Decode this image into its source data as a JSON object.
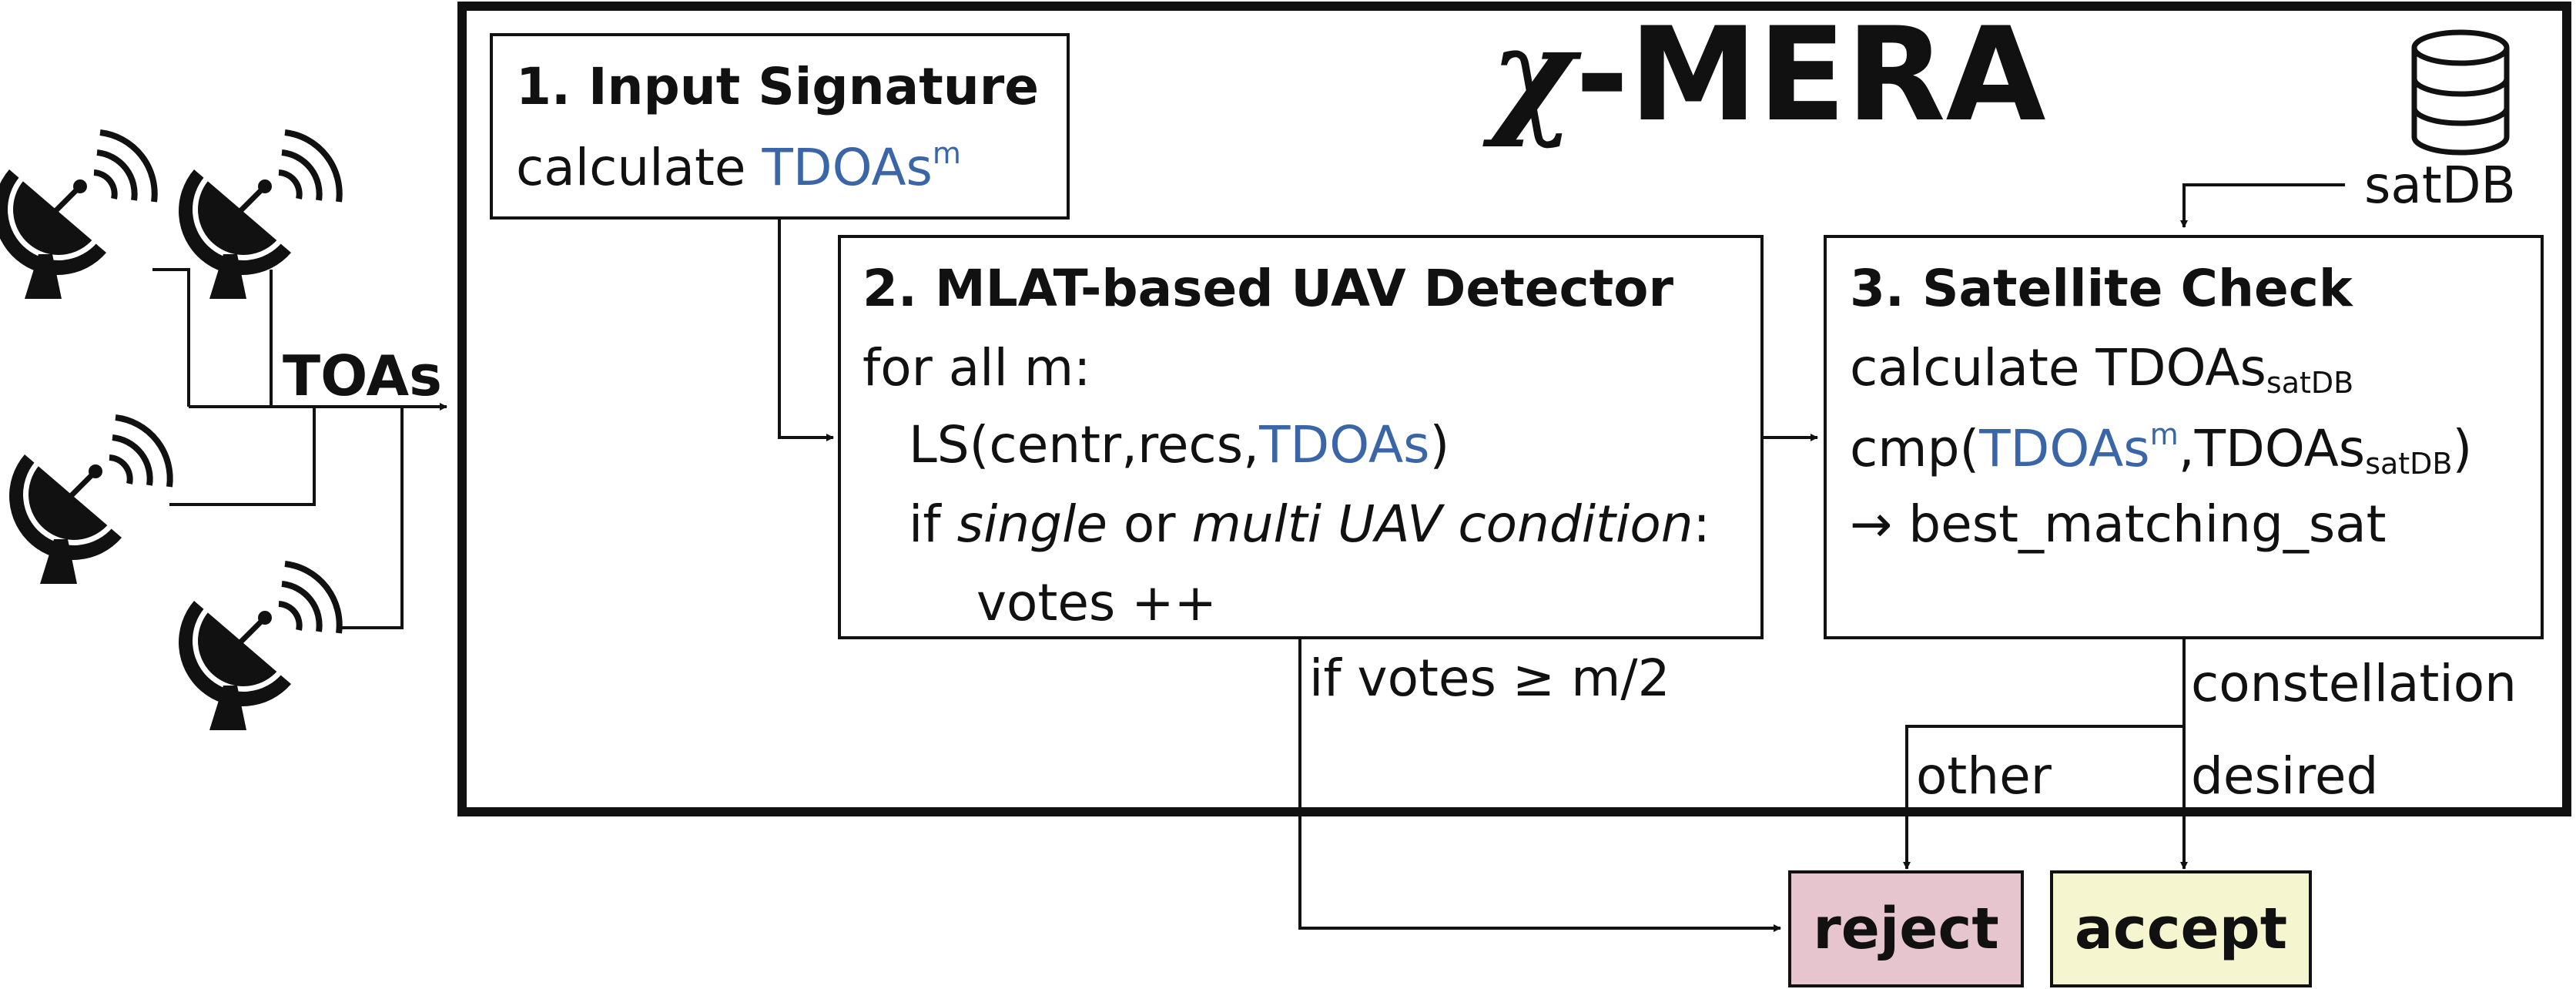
{
  "system_title": {
    "chi": "χ",
    "rest": "-MERA"
  },
  "input_label": "TOAs",
  "database_label": "satDB",
  "step1": {
    "title": "1. Input Signature",
    "line1_prefix": "calculate ",
    "line1_blue": "TDOAs",
    "line1_sup": "m"
  },
  "step2": {
    "title": "2. MLAT-based UAV Detector",
    "line1": "for all m:",
    "line2_prefix": "LS(centr,recs,",
    "line2_blue": "TDOAs",
    "line2_suffix": ")",
    "line3_if": "if ",
    "line3_single": "single",
    "line3_or": " or ",
    "line3_multi": "multi UAV condition",
    "line3_colon": ":",
    "line4": "votes ++"
  },
  "step3": {
    "title": "3. Satellite Check",
    "line1_prefix": "calculate TDOAs",
    "line1_sub": "satDB",
    "line2_prefix": "cmp(",
    "line2_blue": "TDOAs",
    "line2_sup": "m",
    "line2_mid": ",TDOAs",
    "line2_sub": "satDB",
    "line2_suffix": ")",
    "line3": "→ best_matching_sat"
  },
  "edge_labels": {
    "votes_condition": "if votes ≥ m/2",
    "constellation": "constellation",
    "other": "other",
    "desired": "desired"
  },
  "outcomes": {
    "reject": "reject",
    "accept": "accept"
  },
  "colors": {
    "blue_text": "#3a66a8",
    "reject_fill": "#e6c5ce",
    "accept_fill": "#f5f6d0",
    "line": "#111111"
  }
}
